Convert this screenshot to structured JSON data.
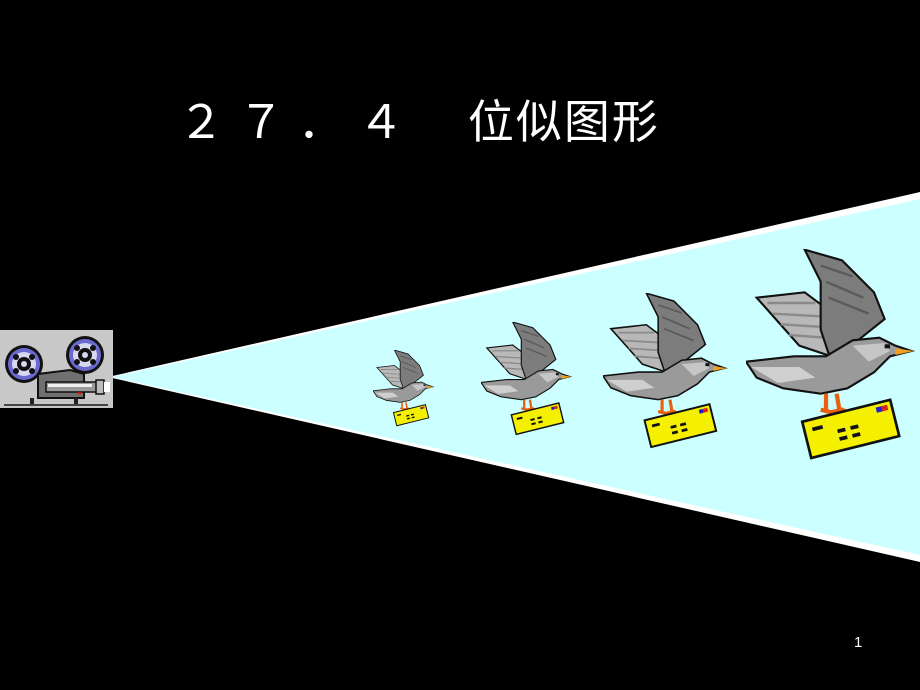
{
  "slide": {
    "title_number": "２７．４",
    "title_text": "位似图形",
    "page_number": "1",
    "colors": {
      "background": "#000000",
      "beam_fill": "#ccffff",
      "beam_edge": "#ffffff",
      "title_text": "#ffffff",
      "pigeon_gray": "#8c8c8c",
      "envelope_yellow": "#f5f000"
    }
  },
  "illustration": {
    "projector": "film-projector-icon",
    "pigeons": [
      {
        "label": "pigeon-1",
        "scale": 1.0
      },
      {
        "label": "pigeon-2",
        "scale": 1.4
      },
      {
        "label": "pigeon-3",
        "scale": 1.85
      },
      {
        "label": "pigeon-4",
        "scale": 2.65
      }
    ]
  }
}
